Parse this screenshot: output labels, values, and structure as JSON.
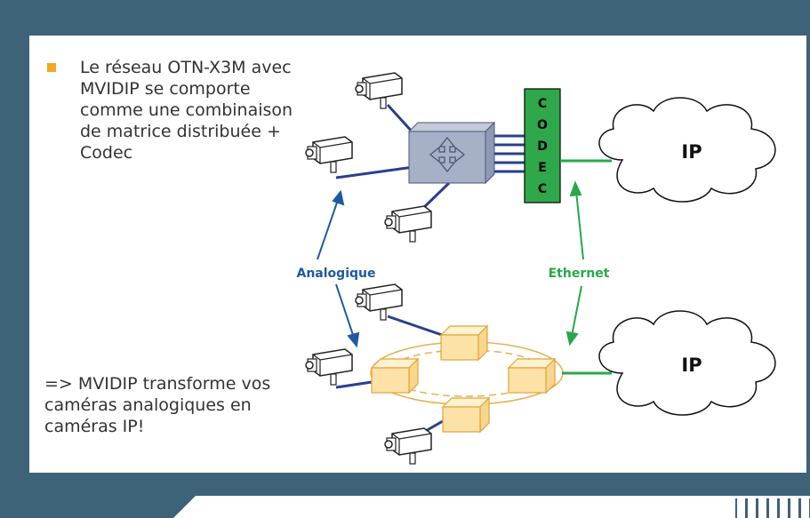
{
  "slide": {
    "bullet_text": "Le réseau OTN-X3M avec\nMVIDIP se comporte\ncomme une combinaison\nde matrice distribuée +\nCodec",
    "conclusion_text": "=> MVIDIP transforme vos\n    caméras analogiques en\n    caméras IP!",
    "bullet_color": "#f5a623"
  },
  "diagram": {
    "codec_letters": [
      "C",
      "O",
      "D",
      "E",
      "C"
    ],
    "ip_top_label": "IP",
    "ip_bottom_label": "IP",
    "analog_label": "Analogique",
    "ethernet_label": "Ethernet",
    "colors": {
      "analog": "#1e5aa0",
      "ethernet": "#27a84a",
      "codec_fill": "#2ea84a",
      "switch_fill": "#a6b1c8",
      "node_fill": "#fde2a7",
      "ring": "#e8b04a"
    }
  }
}
